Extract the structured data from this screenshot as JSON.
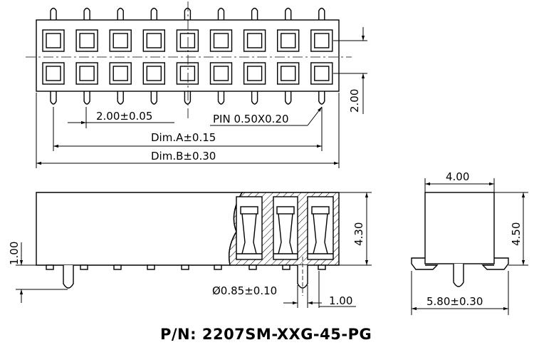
{
  "top_view": {
    "pin_pitch": "2.00±0.05",
    "pin_size": "PIN 0.50X0.20",
    "dim_a": "Dim.A±0.15",
    "dim_b": "Dim.B±0.30",
    "row_pitch": "2.00",
    "pins_per_row": 9,
    "rows": 2
  },
  "front_view": {
    "standoff": "1.00",
    "height": "4.30",
    "post_diameter": "Ø0.85±0.10",
    "post_length": "1.00"
  },
  "side_view": {
    "body_width": "4.00",
    "body_height": "4.50",
    "foot_span": "5.80±0.30"
  },
  "part_number": "P/N: 2207SM-XXG-45-PG"
}
